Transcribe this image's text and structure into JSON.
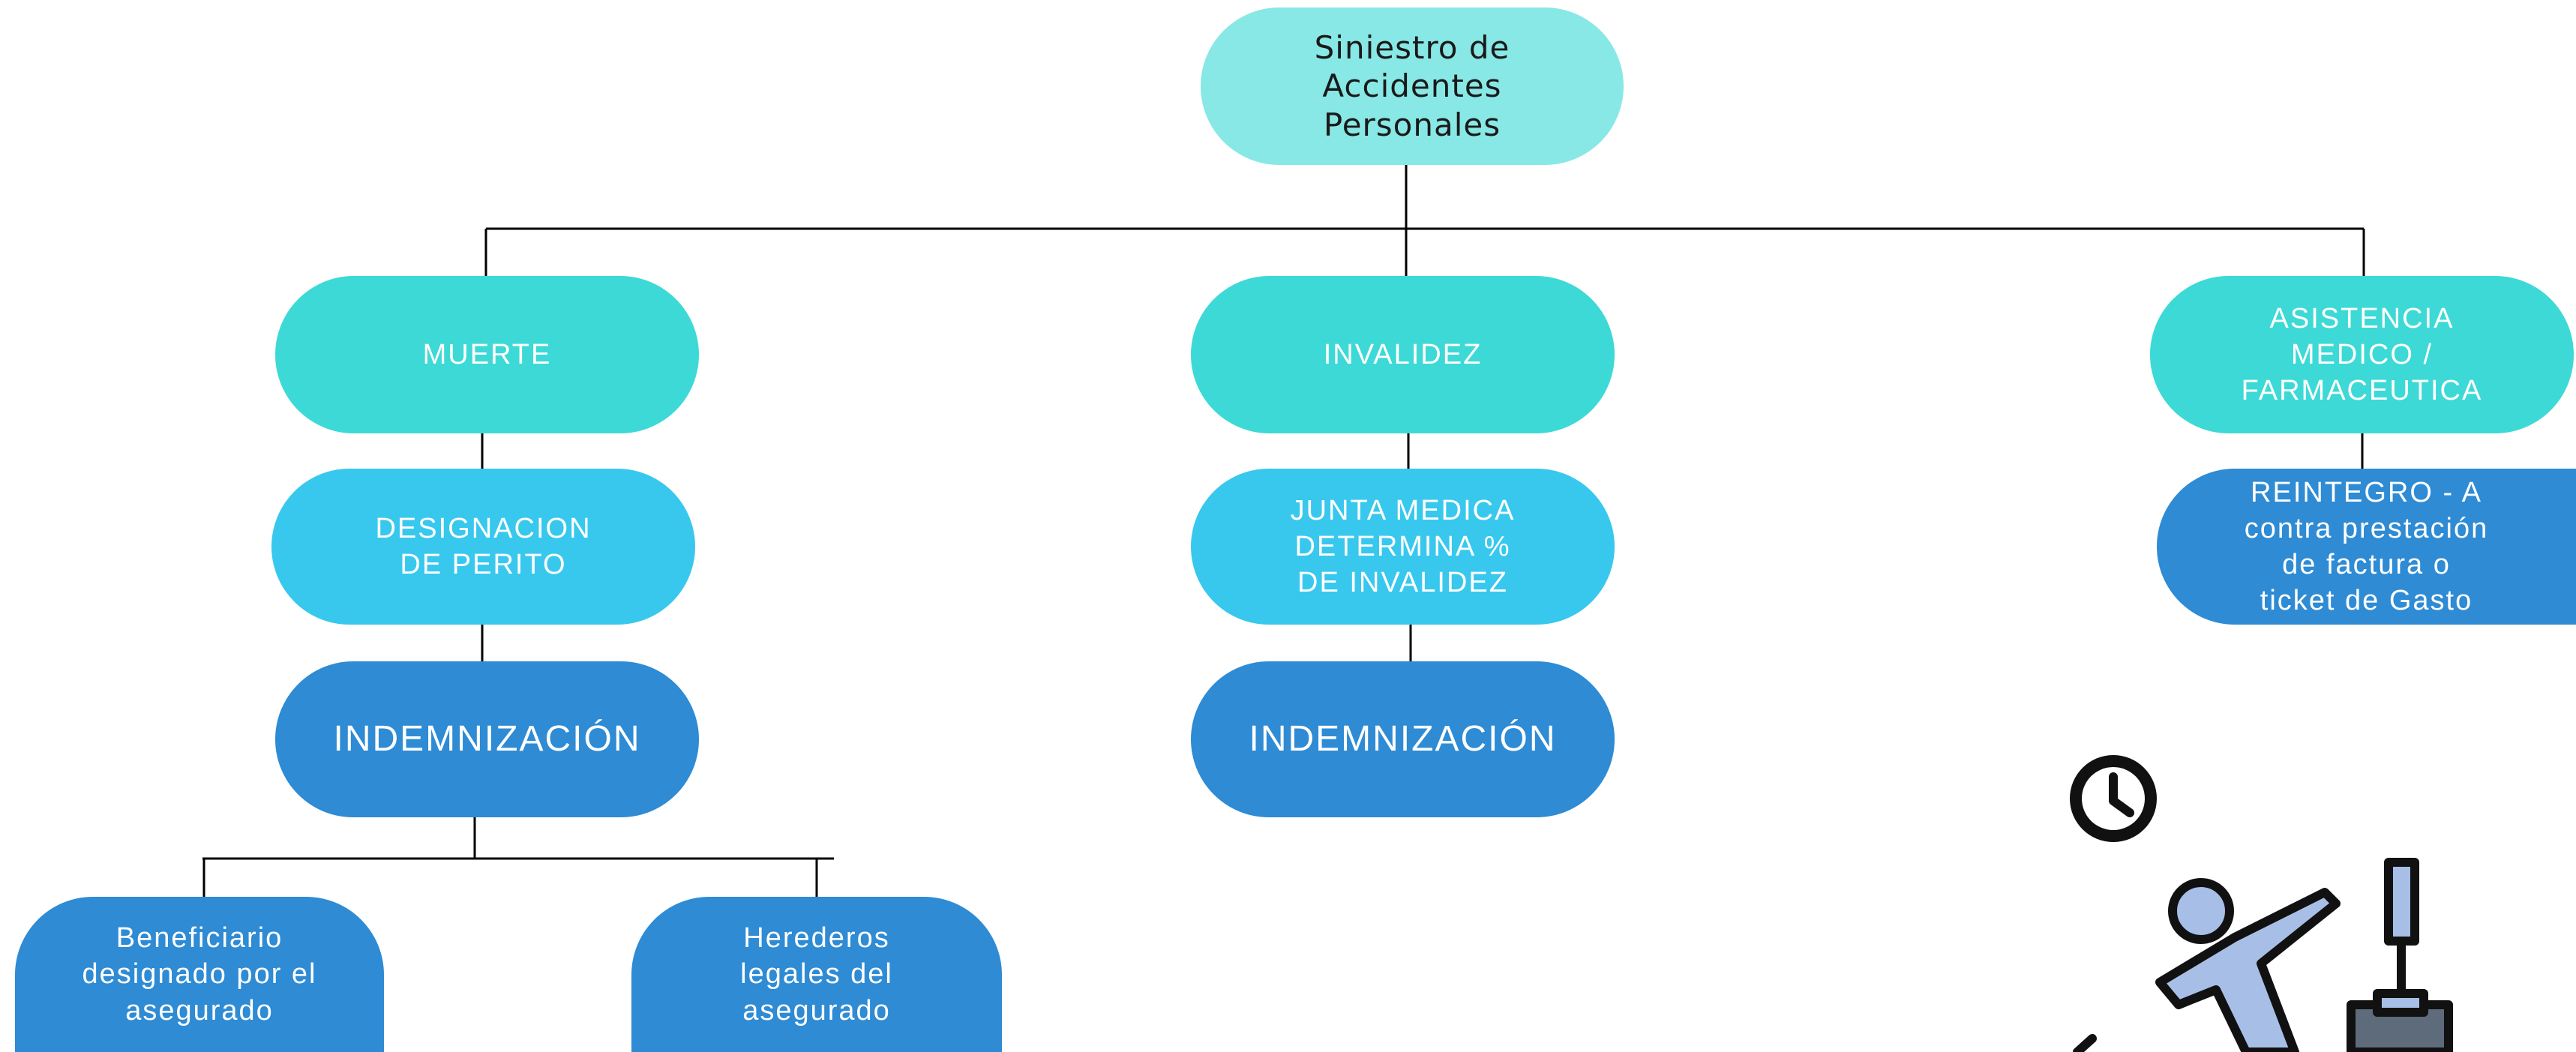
{
  "diagram": {
    "root": {
      "label": "Siniestro de\nAccidentes\nPersonales",
      "color": "#88E8E6"
    },
    "branches": {
      "muerte": {
        "label": "MUERTE",
        "color": "#3DD9D6",
        "step": {
          "label": "DESIGNACION\nDE PERITO",
          "color": "#38C8EE"
        },
        "result": {
          "label": "INDEMNIZACIÓN",
          "color": "#2E8BD4"
        },
        "beneficiaries": [
          {
            "label": "Beneficiario\ndesignado por el\nasegurado",
            "color": "#2E8BD4"
          },
          {
            "label": "Herederos\nlegales del\nasegurado",
            "color": "#2E8BD4"
          }
        ]
      },
      "invalidez": {
        "label": "INVALIDEZ",
        "color": "#3DD9D6",
        "step": {
          "label": "JUNTA MEDICA\nDETERMINA %\nDE INVALIDEZ",
          "color": "#38C8EE"
        },
        "result": {
          "label": "INDEMNIZACIÓN",
          "color": "#2E8BD4"
        }
      },
      "asistencia": {
        "label": "ASISTENCIA\nMEDICO /\nFARMACEUTICA",
        "color": "#3DD9D6",
        "step": {
          "label": "REINTEGRO - A\ncontra prestación\nde factura o\nticket de Gasto",
          "color": "#2E8BD4"
        }
      }
    },
    "connector_color": "#000000"
  },
  "illustration": {
    "icons": [
      "clock-icon",
      "falling-person-icon",
      "office-chair-icon"
    ],
    "colors": {
      "outline": "#111111",
      "figure": "#A7BFE6",
      "chair_base": "#5D6B7B"
    }
  }
}
